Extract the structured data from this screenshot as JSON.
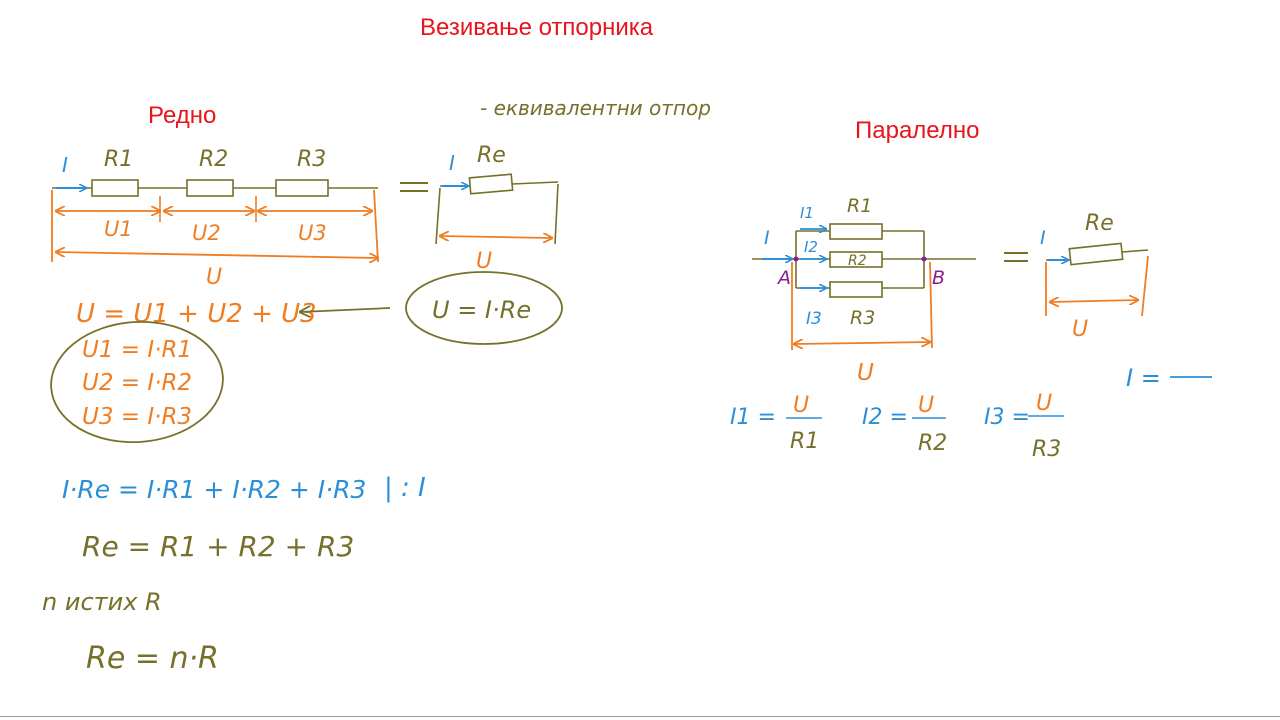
{
  "title": "Везивање отпорника",
  "series_heading": "Редно",
  "parallel_heading": "Паралелно",
  "colors": {
    "title": "#e8141c",
    "circuit": "#76702a",
    "current": "#2b8fd8",
    "voltage": "#f07d22",
    "equation": "#76702a",
    "node": "#8a1e8a"
  },
  "annotation_top": "- еквивалентни отпор",
  "series": {
    "current_label": "I",
    "resistors": [
      "R1",
      "R2",
      "R3"
    ],
    "voltages": [
      "U1",
      "U2",
      "U3"
    ],
    "total_voltage": "U",
    "equivalent_label": "Re",
    "equivalent_current": "I",
    "equivalent_voltage": "U",
    "eq_sum": "U = U1 + U2 + U3",
    "eq_circled": "U = I·Re",
    "eq_u1": "U1 = I·R1",
    "eq_u2": "U2 = I·R2",
    "eq_u3": "U3 = I·R3",
    "eq_expanded": "I·Re = I·R1 + I·R2 + I·R3",
    "divide_note": "| : I",
    "eq_result": "Re = R1 + R2 + R3",
    "n_equal_note": "n истих R",
    "eq_n": "Re = n·R"
  },
  "parallel": {
    "current_label": "I",
    "branch_currents": [
      "I1",
      "I2",
      "I3"
    ],
    "resistors": [
      "R1",
      "R2",
      "R3"
    ],
    "node_a": "A",
    "node_b": "B",
    "total_voltage": "U",
    "equivalent_label": "Re",
    "equivalent_current": "I",
    "equivalent_voltage": "U",
    "eq_i_partial": "I =",
    "fractions": [
      {
        "lhs": "I1 =",
        "num": "U",
        "den": "R1"
      },
      {
        "lhs": "I2 =",
        "num": "U",
        "den": "R2"
      },
      {
        "lhs": "I3 =",
        "num": "U",
        "den": "R3"
      }
    ]
  }
}
